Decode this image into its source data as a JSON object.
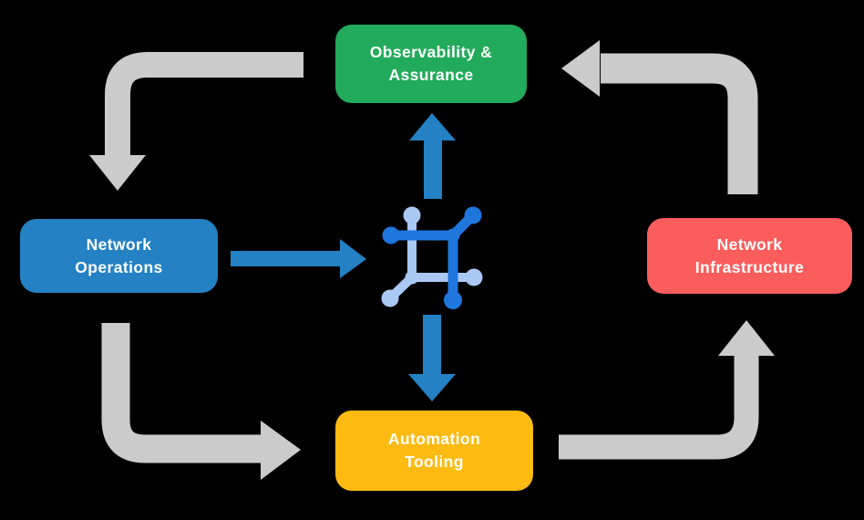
{
  "background": "#000000",
  "diagram": {
    "nodes": {
      "observability": {
        "label": "Observability &\nAssurance",
        "color": "#22AB5B"
      },
      "operations": {
        "label": "Network\nOperations",
        "color": "#2381C4"
      },
      "infrastructure": {
        "label": "Network\nInfrastructure",
        "color": "#FB5D5D"
      },
      "automation": {
        "label": "Automation\nTooling",
        "color": "#FDBB11"
      }
    },
    "center_icon": {
      "name": "network-mesh-icon",
      "dark_color": "#1F76DD",
      "light_color": "#A9C9F4"
    },
    "arrow_colors": {
      "cycle_gray": "#CBCBCB",
      "flow_blue": "#2381C4"
    },
    "edges": [
      {
        "from": "Observability & Assurance",
        "to": "Network Operations",
        "style": "gray-elbow"
      },
      {
        "from": "Network Operations",
        "to": "Automation Tooling",
        "style": "gray-elbow"
      },
      {
        "from": "Automation Tooling",
        "to": "Network Infrastructure",
        "style": "gray-elbow"
      },
      {
        "from": "Network Infrastructure",
        "to": "Observability & Assurance",
        "style": "gray-elbow"
      },
      {
        "from": "Network Operations",
        "to": "center-icon",
        "style": "blue-straight"
      },
      {
        "from": "center-icon",
        "to": "Observability & Assurance",
        "style": "blue-straight"
      },
      {
        "from": "center-icon",
        "to": "Automation Tooling",
        "style": "blue-straight"
      }
    ]
  }
}
